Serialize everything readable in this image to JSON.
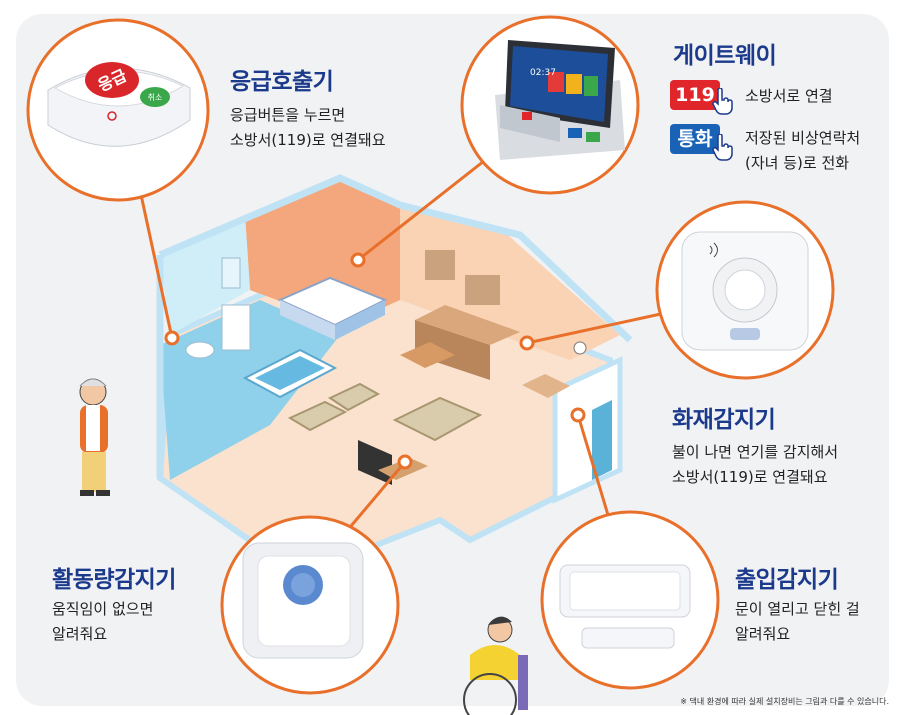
{
  "devices": {
    "emergency_button": {
      "title": "응급호출기",
      "desc_lines": [
        "응급버튼을 누르면",
        "소방서(119)로 연결돼요"
      ],
      "button_label": "응급",
      "cancel_label": "취소"
    },
    "gateway": {
      "title": "게이트웨이",
      "badge_119": "119",
      "badge_119_text": "소방서로 연결",
      "badge_call": "통화",
      "badge_call_text_lines": [
        "저장된 비상연락처",
        "(자녀 등)로 전화"
      ],
      "screen_time": "02:37"
    },
    "fire_sensor": {
      "title": "화재감지기",
      "desc_lines": [
        "불이 나면 연기를 감지해서",
        "소방서(119)로 연결돼요"
      ]
    },
    "motion_sensor": {
      "title": "활동량감지기",
      "desc_lines": [
        "움직임이 없으면",
        "알려줘요"
      ]
    },
    "door_sensor": {
      "title": "출입감지기",
      "desc_lines": [
        "문이 열리고 닫힌 걸",
        "알려줘요"
      ]
    }
  },
  "footnote": "※ 댁내 환경에 따라 실제 설치장비는 그림과 다를 수 있습니다.",
  "colors": {
    "title": "#1b3a8c",
    "accent_orange": "#e8702a",
    "badge_red": "#e0262b",
    "badge_blue": "#1a62b6"
  }
}
